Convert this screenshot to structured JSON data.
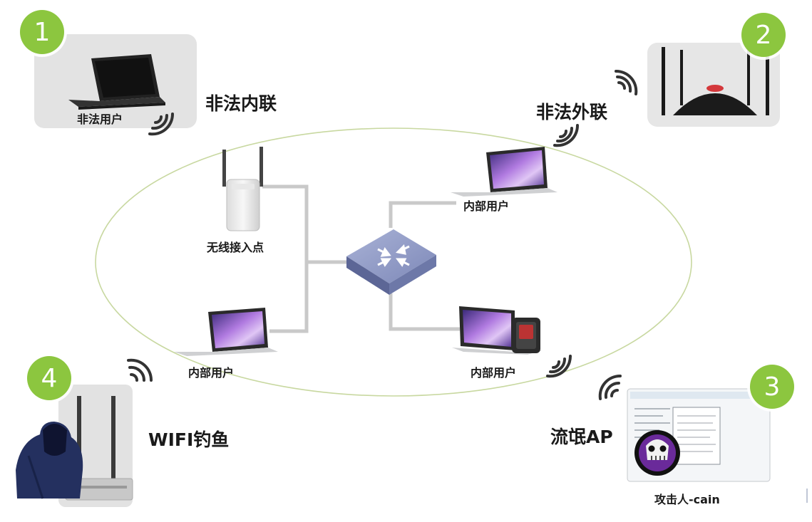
{
  "colors": {
    "badge": "#8cc63f",
    "ellipse": "#c8d8a0",
    "wire": "#c9c9c9",
    "screen": "#8a5cc8",
    "switch": "#8a96c2"
  },
  "badges": [
    "1",
    "2",
    "3",
    "4"
  ],
  "threats": {
    "illegal_internal": "非法内联",
    "illegal_external": "非法外联",
    "rogue_ap": "流氓AP",
    "wifi_phishing": "WIFI钓鱼"
  },
  "devices": {
    "illegal_user": "非法用户",
    "wireless_ap": "无线接入点",
    "internal_user_top": "内部用户",
    "internal_user_left": "内部用户",
    "internal_user_right": "内部用户",
    "attacker": "攻击人-cain"
  },
  "icons": [
    "laptop-icon",
    "router-icon",
    "switch-icon",
    "wifi-signal-icon",
    "hacker-icon",
    "skull-icon",
    "access-point-icon"
  ]
}
